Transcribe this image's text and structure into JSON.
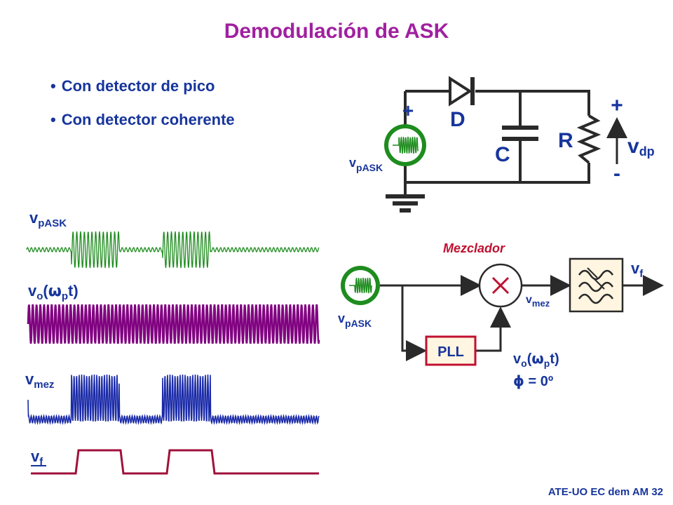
{
  "title": "Demodulación de ASK",
  "bullets": [
    "Con detector de pico",
    "Con detector coherente"
  ],
  "footer": "ATE-UO EC dem AM 32",
  "peak_detector": {
    "source": {
      "main": "v",
      "sub": "pASK"
    },
    "plus_left": "+",
    "diode": "D",
    "capacitor": "C",
    "resistor": "R",
    "plus_right": "+",
    "minus_right": "-",
    "output": {
      "main": "v",
      "sub": "dp"
    }
  },
  "coherent_detector": {
    "mixer_label": "Mezclador",
    "source": {
      "main": "v",
      "sub": "pASK"
    },
    "mixer_out": {
      "main": "v",
      "sub": "mez"
    },
    "filter_out": {
      "main": "v",
      "sub": "f"
    },
    "pll": "PLL",
    "pll_out": {
      "v": "v",
      "o": "o",
      "open": "(",
      "omega": "ω",
      "p": "p",
      "close": "t)"
    },
    "phase": {
      "phi": "ϕ",
      "rest": " = 0º"
    }
  },
  "waveforms": {
    "w1": {
      "main": "v",
      "sub": "pASK",
      "color": "#1e8c1e"
    },
    "w2": {
      "v": "v",
      "o": "o",
      "open": "(",
      "omega": "ω",
      "p": "p",
      "close": "t)",
      "color": "#800080"
    },
    "w3": {
      "main": "v",
      "sub": "mez",
      "color": "#1a2aa8"
    },
    "w4": {
      "main": "v",
      "sub": "f",
      "color": "#a0103a"
    }
  },
  "colors": {
    "circuit": "#2a2a2a",
    "source_fill": "#1e8c1e",
    "pll_border": "#c01030",
    "pll_fill": "#fff5e0",
    "label": "#17359c"
  }
}
